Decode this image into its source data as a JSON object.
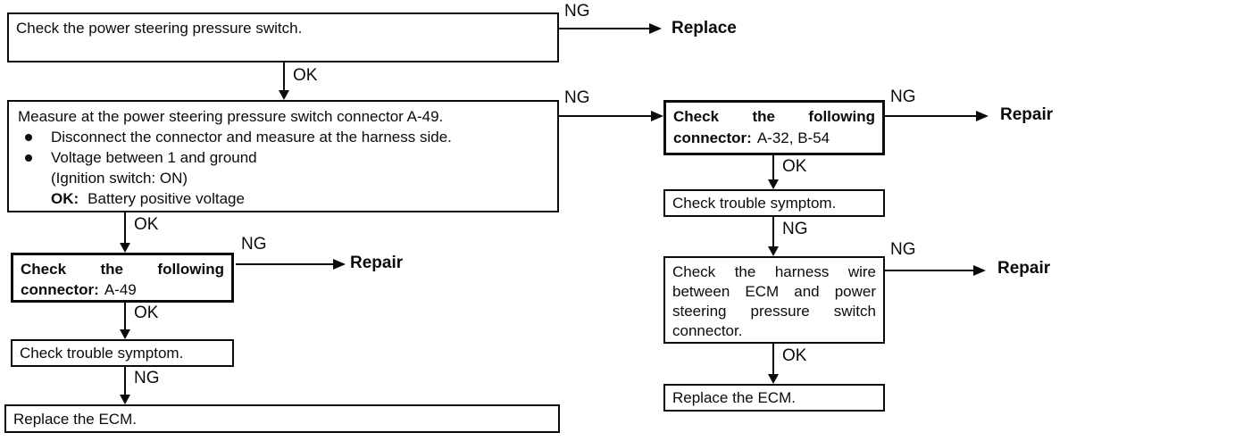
{
  "labels": {
    "ok": "OK",
    "ng": "NG",
    "repair": "Repair",
    "replace": "Replace"
  },
  "flow": {
    "check_switch": {
      "text": "Check the power steering pressure switch."
    },
    "measure": {
      "title": "Measure at the power steering pressure switch connector A-49.",
      "bullet1": "Disconnect the connector and measure at the harness side.",
      "bullet2": "Voltage between 1 and ground",
      "bullet2_note": "(Ignition switch: ON)",
      "bullet2_ok_label": "OK:",
      "bullet2_ok_value": "Battery positive voltage"
    },
    "left": {
      "check_connector": {
        "line1": "Check the following",
        "line2_label": "connector:",
        "line2_value": "A-49"
      },
      "check_trouble": {
        "text": "Check trouble symptom."
      },
      "replace_ecm": {
        "text": "Replace the ECM."
      }
    },
    "right": {
      "check_connector": {
        "line1": "Check the following",
        "line2_label": "connector:",
        "line2_value": "A-32, B-54"
      },
      "check_trouble": {
        "text": "Check trouble symptom."
      },
      "harness": {
        "lines": [
          "Check the harness wire",
          "between ECM and power",
          "steering pressure switch",
          "connector."
        ]
      },
      "replace_ecm": {
        "text": "Replace the ECM."
      }
    }
  }
}
